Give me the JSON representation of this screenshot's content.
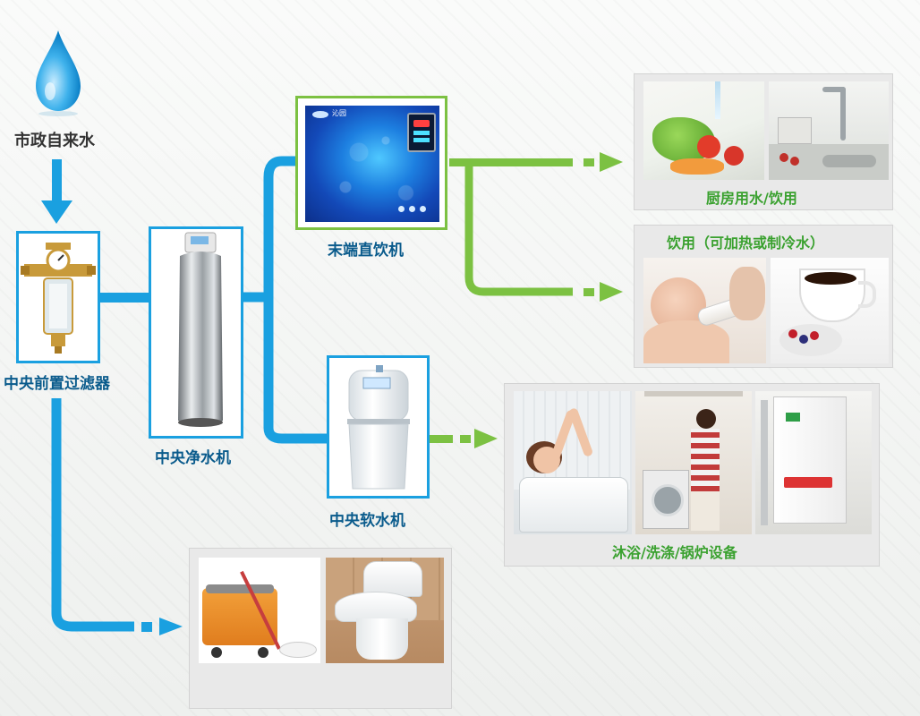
{
  "source": {
    "label": "市政自来水"
  },
  "prefilter": {
    "label": "中央前置过滤器"
  },
  "purifier": {
    "label": "中央净水机"
  },
  "drinker": {
    "label": "末端直饮机",
    "brand": "沁园"
  },
  "softener": {
    "label": "中央软水机"
  },
  "kitchen": {
    "label": "厨房用水/饮用"
  },
  "drinking": {
    "label": "饮用（可加热或制冷水）"
  },
  "bath": {
    "label": "沐浴/洗涤/锅炉设备"
  },
  "colors": {
    "blue_pipe": "#1aa0e0",
    "green_pipe": "#7cc142",
    "blue_text": "#0a5b8c",
    "green_text": "#3aa12f",
    "card_bg": "#e9e9e9"
  }
}
